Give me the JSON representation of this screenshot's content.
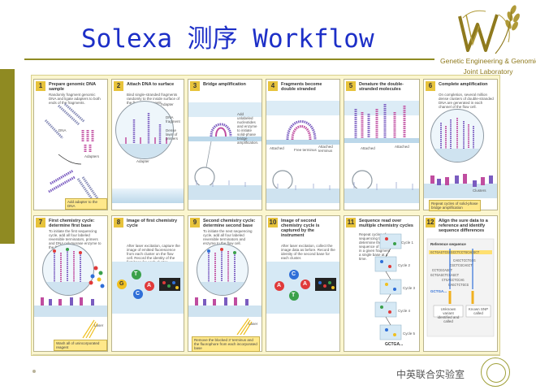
{
  "slide": {
    "title": "Solexa 测序 Workflow",
    "logo_line1": "Genetic Engineering & Genomics",
    "logo_line2": "Joint Laboratory",
    "footer_lab": "中英联合实验室"
  },
  "colors": {
    "title": "#1d2fc7",
    "accent_bar": "#8f8a22",
    "badge": "#e7c33c",
    "panel_bg": "#fbf6cf"
  },
  "panels": [
    {
      "number": "1",
      "title": "Prepare genomic DNA sample",
      "text": "Randomly fragment genomic DNA and ligate adapters to both ends of the fragments.",
      "labels": [
        "DNA",
        "Adapters"
      ],
      "callout": "Add adapter to the DNA"
    },
    {
      "number": "2",
      "title": "Attach DNA to surface",
      "text": "Bind single-stranded fragments randomly to the inside surface of the flow cell channels.",
      "labels": [
        "Adapter",
        "DNA fragment",
        "Dense lawn of primers",
        "Adapter"
      ]
    },
    {
      "number": "3",
      "title": "Bridge amplification",
      "text": "",
      "labels": [
        "Add unlabeled nucleotides and enzyme to initiate solid-phase bridge amplification."
      ]
    },
    {
      "number": "4",
      "title": "Fragments become double stranded",
      "text": "",
      "labels": [
        "Attached",
        "Free terminus",
        "Attached terminus"
      ]
    },
    {
      "number": "5",
      "title": "Denature the double-stranded molecules",
      "text": "",
      "labels": [
        "Attached",
        "Attached"
      ]
    },
    {
      "number": "6",
      "title": "Complete amplification",
      "text": "On completion, several million dense clusters of double-stranded DNA are generated in each channel of the flow cell.",
      "labels": [
        "Clusters"
      ],
      "callout": "Repeat cycles of solid-phase bridge amplification"
    },
    {
      "number": "7",
      "title": "First chemistry cycle: determine first base",
      "text": "To initiate the first sequencing cycle, add all four labeled reversible terminators, primers and DNA polymerase enzyme to the flow cell.",
      "labels": [
        "Laser"
      ],
      "callout": "Wash all of unincorporated reagent"
    },
    {
      "number": "8",
      "title": "Image of first chemistry cycle",
      "text": "After laser excitation, capture the image of emitted fluorescence from each cluster on the flow cell. Record the identity of the first base for each cluster.",
      "bases": [
        "G",
        "T",
        "C",
        "A"
      ]
    },
    {
      "number": "9",
      "title": "Second chemistry cycle: determine second base",
      "text": "To initiate the next sequencing cycle, add all four labeled reversible terminators and enzyme to the flow cell.",
      "labels": [
        "Laser"
      ],
      "callout": "Remove the blocked 3' terminus and the fluorophore from each incorporated base"
    },
    {
      "number": "10",
      "title": "Image of second chemistry cycle is captured by the instrument",
      "text": "After laser excitation, collect the image data as before. Record the identity of the second base for each cluster.",
      "bases": [
        "A",
        "C",
        "T",
        "A"
      ]
    },
    {
      "number": "11",
      "title": "Sequence read over multiple chemistry cycles",
      "text": "Repeat cycles of sequencing to determine the sequence of bases in a given fragment a single base at a time.",
      "cycles": [
        "Cycle 1",
        "Cycle 2",
        "Cycle 3",
        "Cycle 4",
        "Cycle 5"
      ],
      "read": "GCTGA..."
    },
    {
      "number": "12",
      "title": "Align the sure data to a reference and identify sequence differences",
      "text": "",
      "labels": [
        "Reference sequence",
        "GCTGA...",
        "Unknown variant identified and called",
        "Known SNP called"
      ]
    }
  ]
}
